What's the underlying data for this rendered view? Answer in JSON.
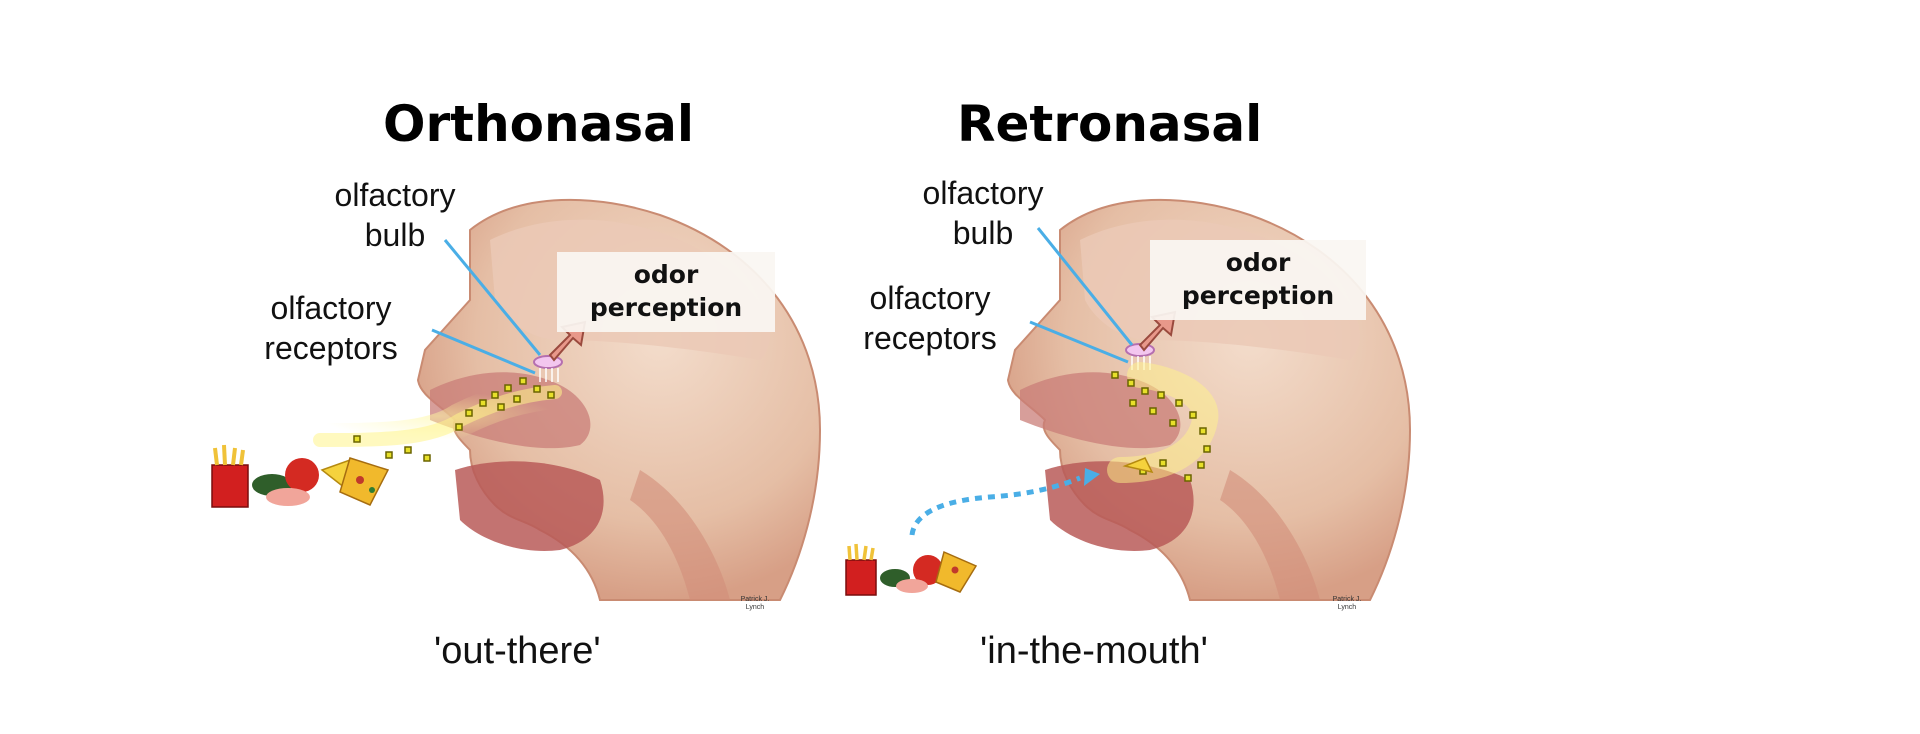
{
  "panels": [
    {
      "title": "Orthonasal",
      "label_bulb_line1": "olfactory",
      "label_bulb_line2": "bulb",
      "label_receptors_line1": "olfactory",
      "label_receptors_line2": "receptors",
      "odor_line1": "odor",
      "odor_line2": "perception",
      "caption": "'out-there'",
      "credit_line1": "Patrick J.",
      "credit_line2": "Lynch"
    },
    {
      "title": "Retronasal",
      "label_bulb_line1": "olfactory",
      "label_bulb_line2": "bulb",
      "label_receptors_line1": "olfactory",
      "label_receptors_line2": "receptors",
      "odor_line1": "odor",
      "odor_line2": "perception",
      "caption": "'in-the-mouth'",
      "credit_line1": "Patrick J.",
      "credit_line2": "Lynch"
    }
  ],
  "colors": {
    "pointer": "#4aaee6",
    "arrow": "#e8988a",
    "odor_dot": "#e8e020",
    "skin": "#e2b8a0",
    "muscle": "#c9706a"
  },
  "icons": {
    "food": "food-icon",
    "head": "head-anatomy-icon"
  }
}
